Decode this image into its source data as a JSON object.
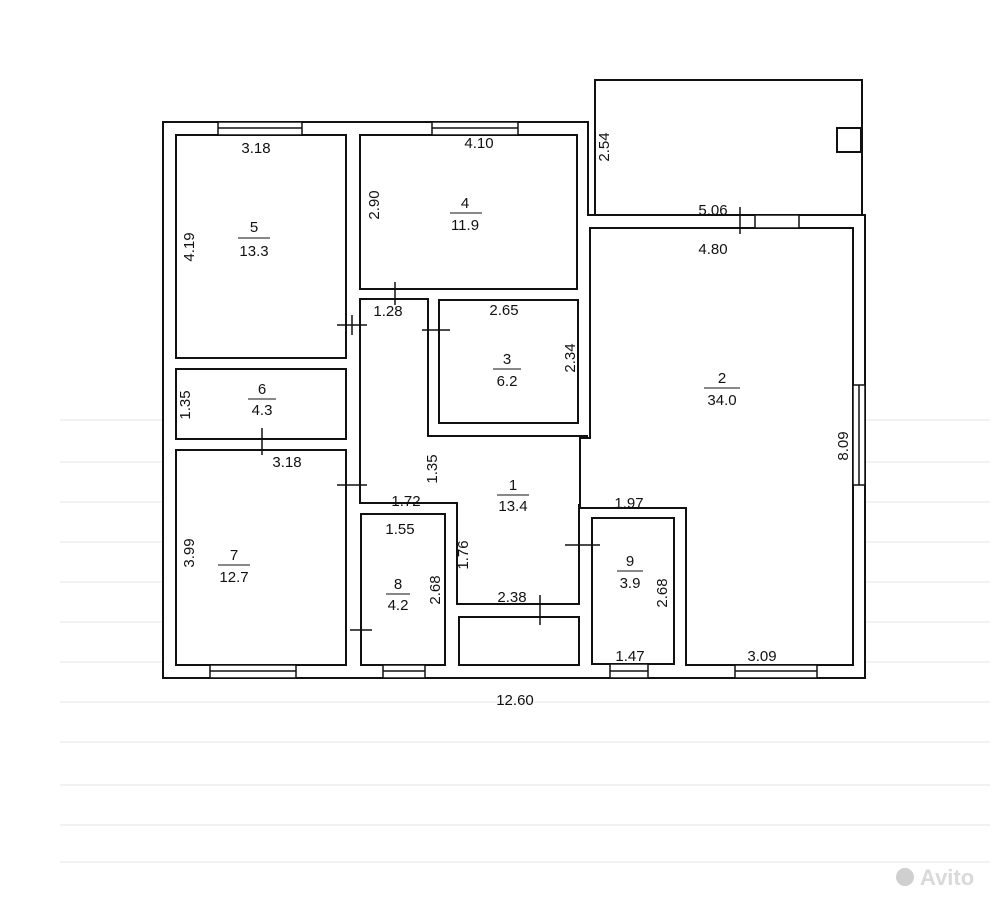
{
  "watermark": {
    "text": "Avito"
  },
  "rooms": [
    {
      "id": "1",
      "area": "13.4"
    },
    {
      "id": "2",
      "area": "34.0"
    },
    {
      "id": "3",
      "area": "6.2"
    },
    {
      "id": "4",
      "area": "11.9"
    },
    {
      "id": "5",
      "area": "13.3"
    },
    {
      "id": "6",
      "area": "4.3"
    },
    {
      "id": "7",
      "area": "12.7"
    },
    {
      "id": "8",
      "area": "4.2"
    },
    {
      "id": "9",
      "area": "3.9"
    }
  ],
  "dimensions": {
    "r5_width": "3.18",
    "r5_height": "4.19",
    "r4_width": "4.10",
    "r4_height": "2.90",
    "terrace_side": "2.54",
    "outer_width_top": "5.06",
    "r2_width": "4.80",
    "corridor_width_upper": "1.28",
    "r3_width": "2.65",
    "r3_height": "2.34",
    "r6_height": "1.35",
    "corridor_height": "1.35",
    "r7_width": "3.18",
    "r2_height": "8.09",
    "corridor_width_mid": "1.72",
    "r9_width_top": "1.97",
    "r8_width": "1.55",
    "r1_height": "1.76",
    "r7_height": "3.99",
    "r8_height": "2.68",
    "r9_height": "2.68",
    "corridor_width_lower": "2.38",
    "r9_width_bottom": "1.47",
    "r2_width_bottom": "3.09",
    "total_width": "12.60"
  }
}
